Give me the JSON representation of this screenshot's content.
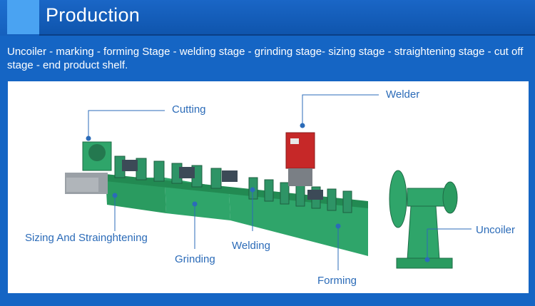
{
  "header": {
    "title": "Production",
    "bar_color": "#1565c4",
    "accent_color": "#4aa3f2"
  },
  "intro_text": "Uncoiler - marking - forming Stage - welding stage - grinding stage- sizing stage - straightening stage - cut off stage - end product shelf.",
  "labels": {
    "cutting": "Cutting",
    "welder": "Welder",
    "sizing": "Sizing  And Strainghtening",
    "grinding": "Grinding",
    "welding": "Welding",
    "forming": "Forming",
    "uncoiler": "Uncoiler"
  },
  "colors": {
    "machine_green": "#2fa56a",
    "label_blue": "#2b6bb8",
    "welder_red": "#c62828"
  }
}
